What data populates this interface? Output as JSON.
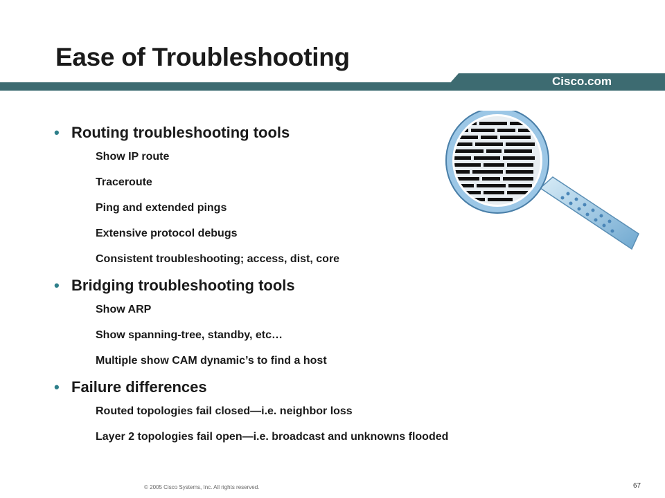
{
  "slide": {
    "title": "Ease of Troubleshooting",
    "brand": "Cisco.com",
    "footer": "© 2005 Cisco Systems, Inc. All rights reserved.",
    "page_number": "67",
    "colors": {
      "band": "#3d6b71",
      "bullet": "#2e7f8a"
    },
    "bullets": [
      {
        "label": "Routing troubleshooting tools",
        "items": [
          "Show IP route",
          "Traceroute",
          "Ping and extended pings",
          "Extensive protocol debugs",
          "Consistent troubleshooting; access, dist, core"
        ]
      },
      {
        "label": "Bridging troubleshooting tools",
        "items": [
          "Show ARP",
          "Show spanning-tree, standby, etc…",
          "Multiple show CAM dynamic’s to find a host"
        ]
      },
      {
        "label": "Failure differences",
        "items": [
          "Routed topologies fail closed—i.e. neighbor loss",
          "Layer 2 topologies fail open—i.e. broadcast and unknowns flooded"
        ]
      }
    ],
    "illustration_icon": "magnifying-glass-icon"
  }
}
